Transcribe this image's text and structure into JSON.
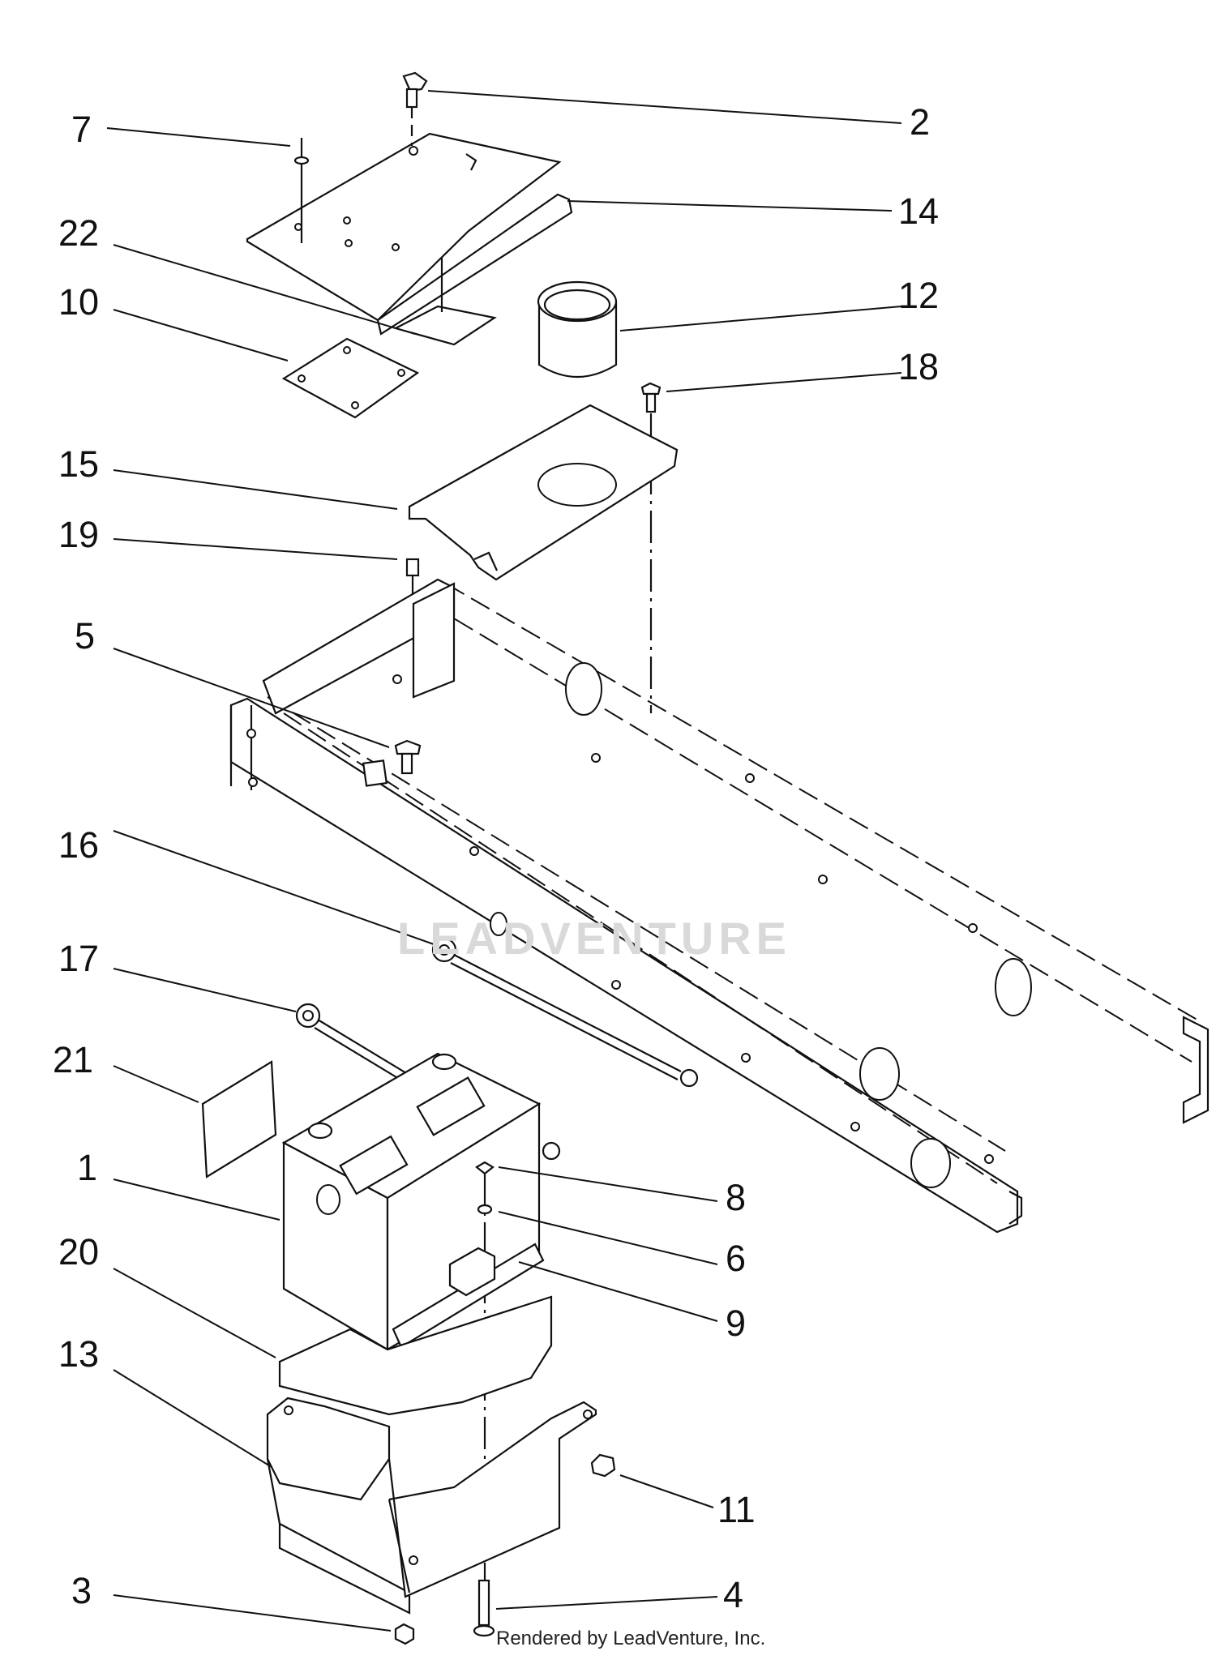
{
  "callouts": [
    "1",
    "2",
    "3",
    "4",
    "5",
    "6",
    "7",
    "8",
    "9",
    "10",
    "11",
    "12",
    "13",
    "14",
    "15",
    "16",
    "17",
    "18",
    "19",
    "20",
    "21",
    "22"
  ],
  "watermark": "LEADVENTURE",
  "credit": "Rendered by LeadVenture, Inc."
}
